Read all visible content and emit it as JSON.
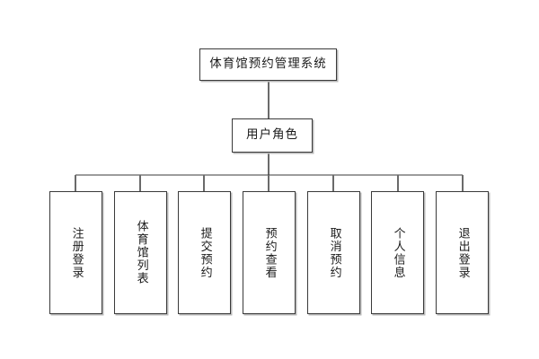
{
  "diagram": {
    "type": "tree-hierarchy",
    "title": "体育馆预约管理系统",
    "background_color": "#ffffff",
    "line_color": "#3a3a3a",
    "shadow_color": "#b9b9b9",
    "text_color": "#1b1b1b",
    "root": {
      "label": "体育馆预约管理系统"
    },
    "role": {
      "label": "用户角色"
    },
    "functions": [
      {
        "label": "注册登录"
      },
      {
        "label": "体育馆列表"
      },
      {
        "label": "提交预约"
      },
      {
        "label": "预约查看"
      },
      {
        "label": "取消预约"
      },
      {
        "label": "个人信息"
      },
      {
        "label": "退出登录"
      }
    ]
  }
}
